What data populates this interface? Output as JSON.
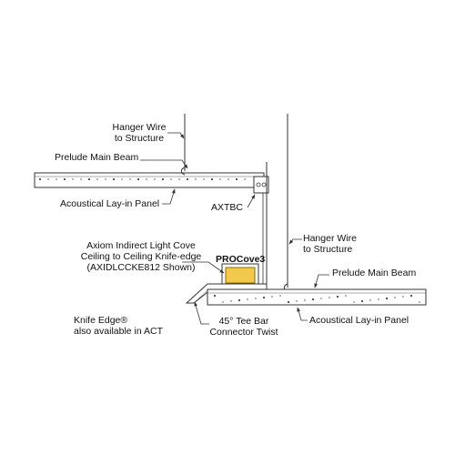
{
  "labels": {
    "hanger_wire_top": [
      "Hanger Wire",
      "to Structure"
    ],
    "prelude_main_beam_top": "Prelude Main Beam",
    "acoustical_panel_top": "Acoustical Lay-in Panel",
    "axtbc": "AXTBC",
    "hanger_wire_right": [
      "Hanger Wire",
      "to Structure"
    ],
    "axiom_cove": [
      "Axiom Indirect Light Cove",
      "Ceiling to Ceiling Knife-edge",
      "(AXIDLCCKE812 Shown)"
    ],
    "procove": "PROCove3",
    "prelude_main_beam_right": "Prelude Main Beam",
    "knife_edge_note": [
      "Knife Edge®",
      "also available in ACT"
    ],
    "tee_bar_twist": [
      "45° Tee Bar",
      "Connector Twist"
    ],
    "acoustical_panel_right": "Acoustical Lay-in Panel"
  },
  "colors": {
    "line": "#333333",
    "panel_fill": "#ffffff",
    "light_fixture": "#f2c94c",
    "light_fixture_stroke": "#8a6d00",
    "text": "#111111"
  }
}
